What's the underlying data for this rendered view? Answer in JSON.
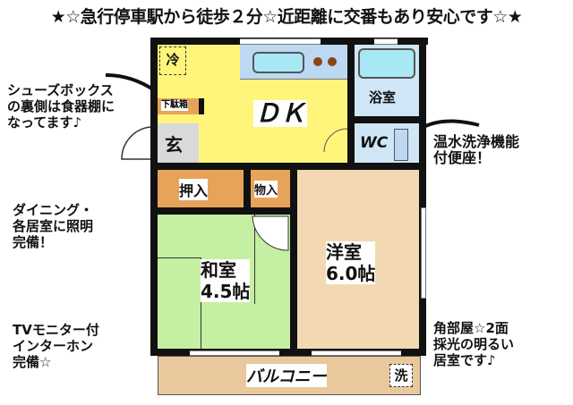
{
  "banner": "★☆急行停車駅から徒歩２分☆近距離に交番もあり安心です☆★",
  "notes": {
    "shoe_box": "シューズボックス\nの裏側は食器棚に\nなってます♪",
    "toilet": "温水洗浄機能\n付便座！",
    "lighting": "ダイニング・\n各居室に照明\n完備！",
    "intercom": "TVモニター付\nインターホン\n完備☆",
    "corner_room": "角部屋☆2面\n採光の明るい\n居室です♪"
  },
  "rooms": {
    "dk": {
      "label": "ＤＫ",
      "color": "#fff57a"
    },
    "refrigerator": {
      "label": "冷"
    },
    "shoe_box": {
      "label": "下駄箱",
      "color": "#e8a35a"
    },
    "entrance": {
      "label": "玄",
      "color": "#d9d9d9"
    },
    "bathroom": {
      "label": "浴室",
      "color": "#cfe6f7"
    },
    "toilet": {
      "label": "WC",
      "color": "#cfe6f7"
    },
    "closet": {
      "label": "押入",
      "color": "#e8a35a"
    },
    "storage": {
      "label": "物入",
      "color": "#e8a35a"
    },
    "japanese_room": {
      "label": "和室\n4.5帖",
      "color": "#c5f0a4"
    },
    "western_room": {
      "label": "洋室\n6.0帖",
      "color": "#f2d9b3"
    },
    "balcony": {
      "label": "バルコニー",
      "color": "#e9c89c"
    },
    "laundry": {
      "label": "洗"
    }
  },
  "colors": {
    "wall": "#111111",
    "kitchen_counter": "#bcd8f2",
    "sink": "#a8e8f5",
    "stove": "#8b4513"
  }
}
